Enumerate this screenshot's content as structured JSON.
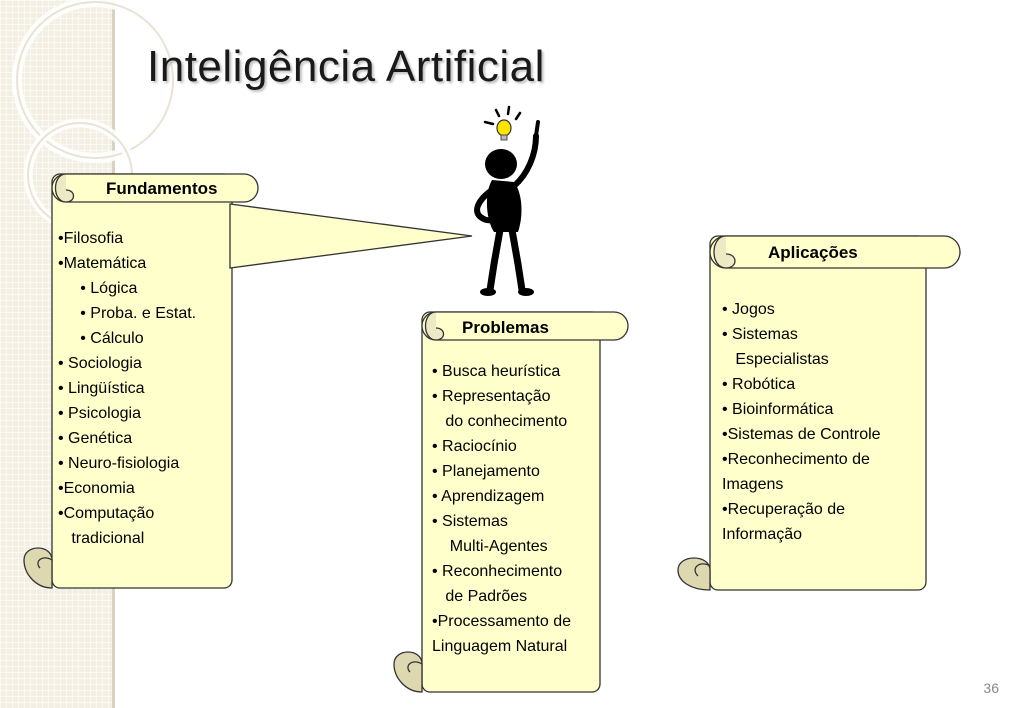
{
  "slide": {
    "title": "Inteligência Artificial",
    "number": "36"
  },
  "colors": {
    "scroll_fill": "#ffffcc",
    "panel": "#f3efe3",
    "outline": "#333333"
  },
  "fundamentos": {
    "title": "Fundamentos",
    "items": [
      "•Filosofia",
      "•Matemática",
      "     • Lógica",
      "     • Proba. e Estat.",
      "     • Cálculo",
      "• Sociologia",
      "• Lingüística",
      "• Psicologia",
      "• Genética",
      "• Neuro-fisiologia",
      "•Economia",
      "•Computação",
      "   tradicional"
    ]
  },
  "problemas": {
    "title": "Problemas",
    "items": [
      "• Busca heurística",
      "• Representação",
      "   do conhecimento",
      "• Raciocínio",
      "• Planejamento",
      "• Aprendizagem",
      "• Sistemas",
      "    Multi-Agentes",
      "• Reconhecimento",
      "   de Padrões",
      "•Processamento de",
      "Linguagem Natural"
    ]
  },
  "aplicacoes": {
    "title": "Aplicações",
    "items": [
      "• Jogos",
      "• Sistemas",
      "   Especialistas",
      "• Robótica",
      "• Bioinformática",
      "•Sistemas de Controle",
      "•Reconhecimento de",
      "Imagens",
      "•Recuperação de",
      "Informação"
    ]
  },
  "icons": {
    "figure": "thinking-stick-figure-icon",
    "bulb": "lightbulb-icon"
  }
}
